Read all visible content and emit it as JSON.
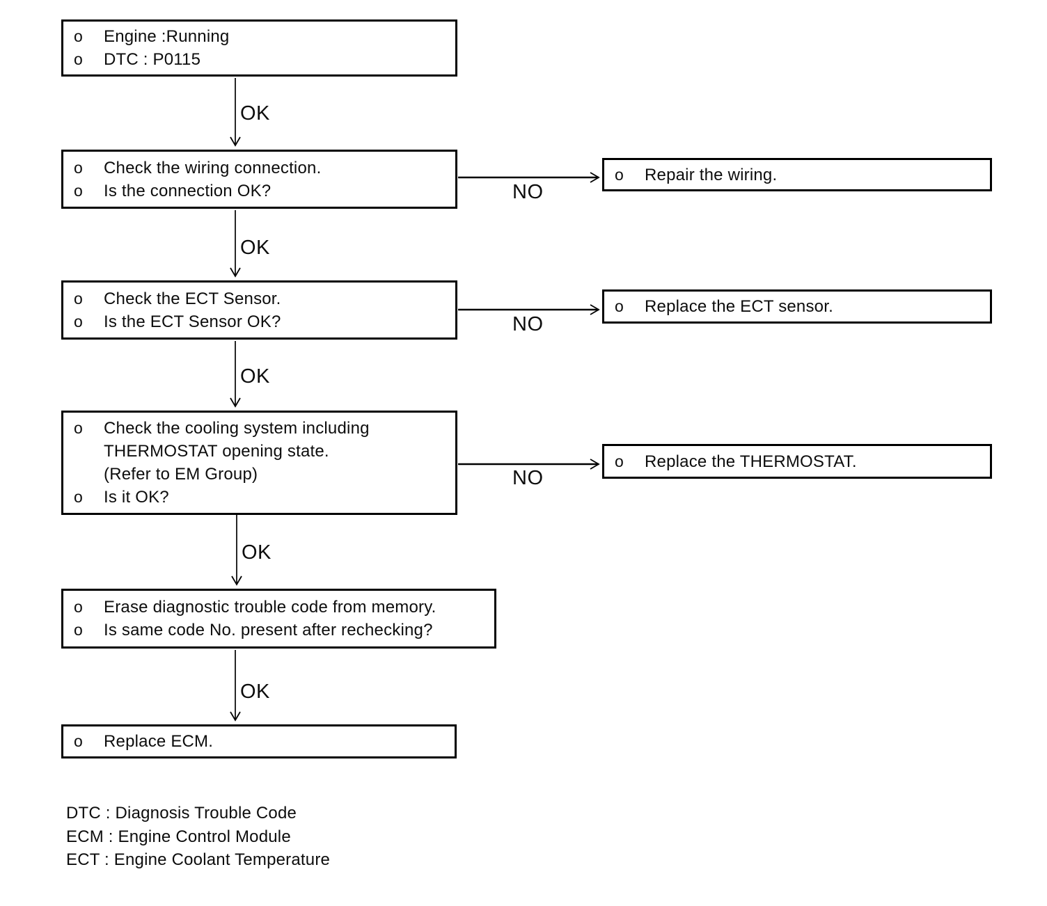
{
  "labels": {
    "ok": "OK",
    "no": "NO"
  },
  "flow": {
    "boxes": [
      {
        "name": "start-conditions",
        "rows": [
          {
            "b": "o",
            "t": "Engine :Running"
          },
          {
            "b": "o",
            "t": "DTC : P0115"
          }
        ]
      },
      {
        "name": "check-wiring",
        "rows": [
          {
            "b": "o",
            "t": "Check the wiring connection."
          },
          {
            "b": "o",
            "t": "Is the connection OK?"
          }
        ]
      },
      {
        "name": "check-ect-sensor",
        "rows": [
          {
            "b": "o",
            "t": "Check the ECT Sensor."
          },
          {
            "b": "o",
            "t": "Is the ECT Sensor OK?"
          }
        ]
      },
      {
        "name": "check-cooling-system",
        "rows": [
          {
            "b": "o",
            "t": "Check the cooling system including"
          },
          {
            "b": "",
            "t": "THERMOSTAT opening state."
          },
          {
            "b": "",
            "t": "(Refer to EM Group)"
          },
          {
            "b": "o",
            "t": "Is it OK?"
          }
        ]
      },
      {
        "name": "erase-dtc",
        "rows": [
          {
            "b": "o",
            "t": "Erase diagnostic trouble code from memory."
          },
          {
            "b": "o",
            "t": "Is same code No. present after rechecking?"
          }
        ]
      },
      {
        "name": "replace-ecm",
        "rows": [
          {
            "b": "o",
            "t": "Replace ECM."
          }
        ]
      }
    ],
    "side_boxes": [
      {
        "name": "repair-wiring",
        "rows": [
          {
            "b": "o",
            "t": "Repair the wiring."
          }
        ]
      },
      {
        "name": "replace-ect-sensor",
        "rows": [
          {
            "b": "o",
            "t": "Replace the ECT sensor."
          }
        ]
      },
      {
        "name": "replace-thermostat",
        "rows": [
          {
            "b": "o",
            "t": "Replace the THERMOSTAT."
          }
        ]
      }
    ]
  },
  "legend": {
    "lines": [
      "DTC : Diagnosis Trouble Code",
      "ECM : Engine Control Module",
      "ECT : Engine Coolant Temperature"
    ]
  }
}
